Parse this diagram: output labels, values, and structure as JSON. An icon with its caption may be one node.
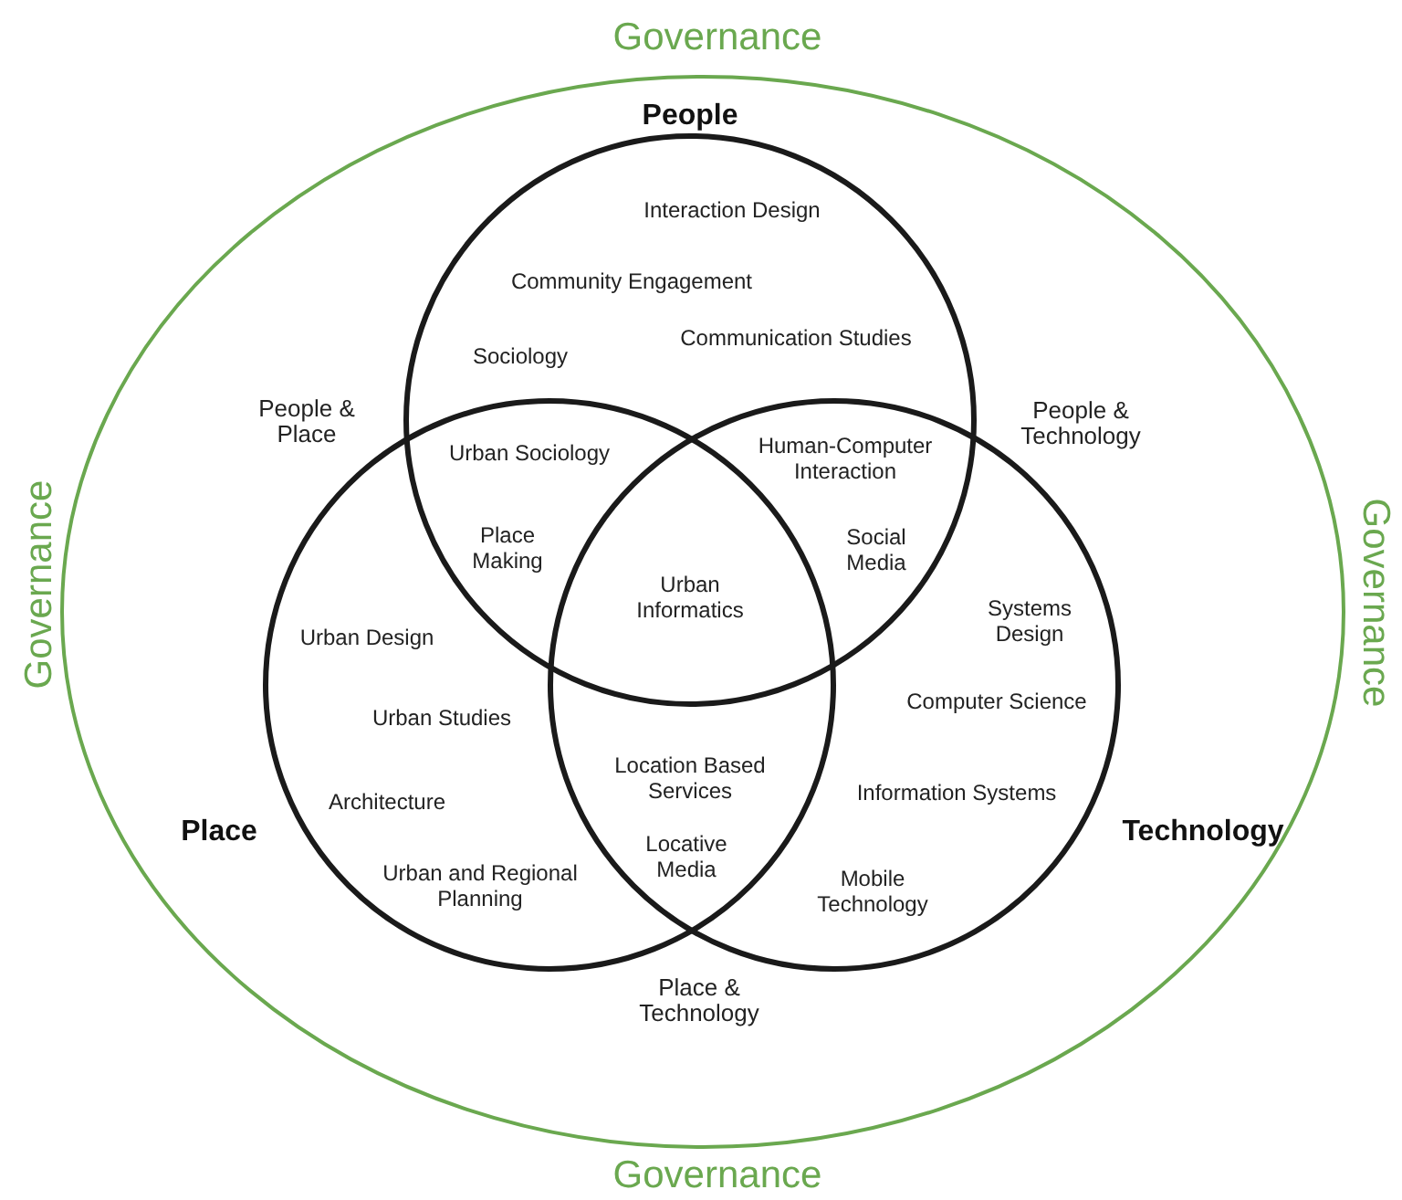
{
  "diagram": {
    "nodes": [
      {
        "text": [
          "Governance",
          "Governance",
          "Governance",
          "Governance"
        ]
      },
      {
        "text": [
          "People"
        ],
        "in": 0
      },
      {
        "text": [
          "Place"
        ],
        "in": 0
      },
      {
        "text": [
          "Technology"
        ],
        "in": 0
      }
    ],
    "labels": [
      "Interaction Design",
      "Community Engagement",
      "Communication Studies",
      "Sociology",
      "People & Place",
      "People & Technology",
      "Urban Sociology",
      "Human-Computer Interaction",
      "Place Making",
      "Social Media",
      "Urban Informatics",
      "Systems Design",
      "Urban Design",
      "Computer Science",
      "Urban Studies",
      "Location Based Services",
      "Architecture",
      "Information Systems",
      "Locative Media",
      "Urban and Regional Planning",
      "Mobile Technology",
      "Place & Technology"
    ]
  }
}
